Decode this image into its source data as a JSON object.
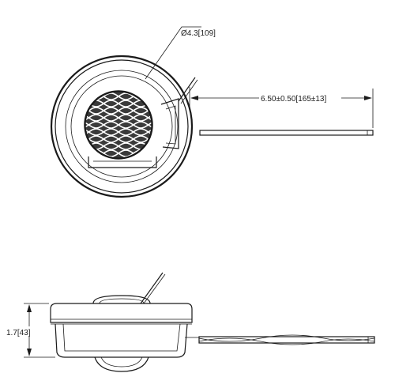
{
  "dimensions": {
    "diameter": "Ø4.3[109]",
    "cable_length": "6.50±0.50[165±13]",
    "height": "1.7[43]"
  }
}
